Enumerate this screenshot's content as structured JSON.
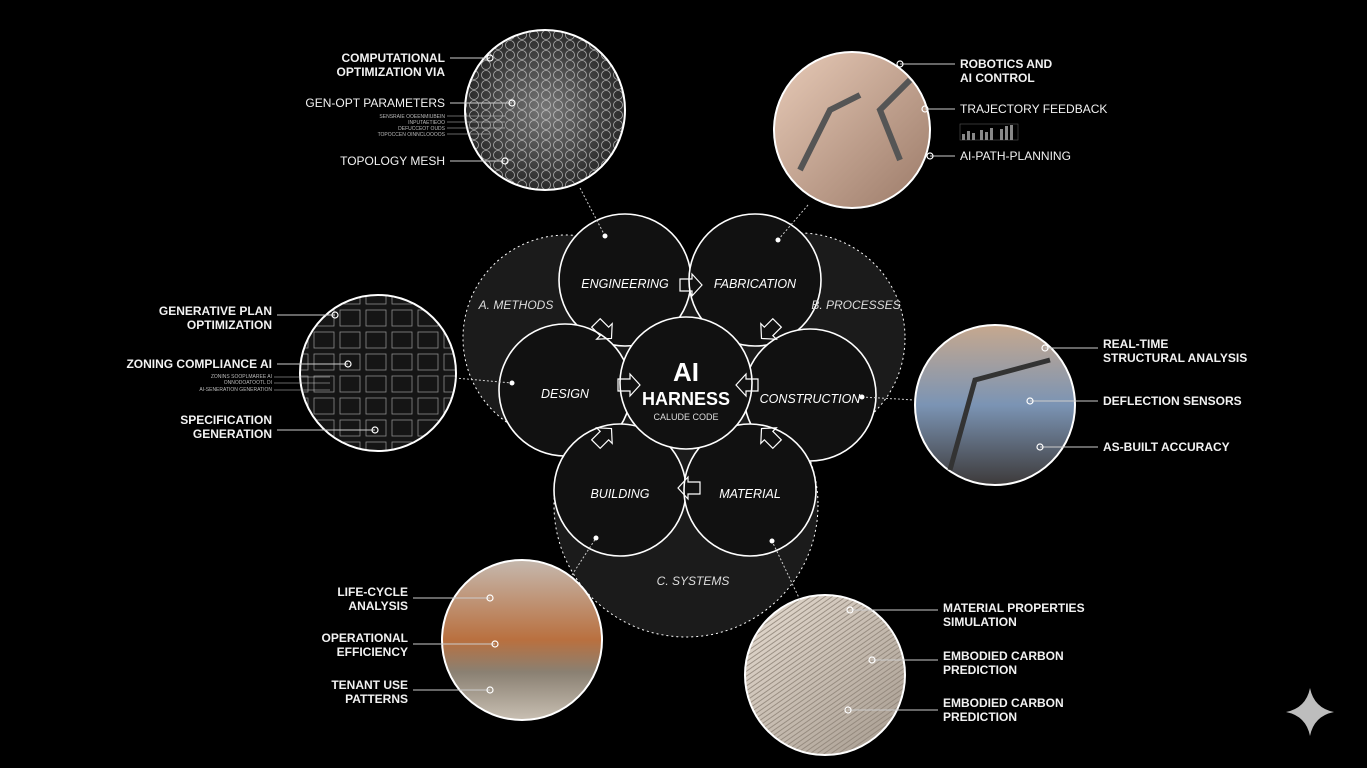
{
  "center": {
    "title": "AI",
    "subtitle": "HARNESS",
    "caption": "CALUDE CODE"
  },
  "regions": [
    "A. METHODS",
    "B. PROCESSES",
    "C. SYSTEMS"
  ],
  "nodes": [
    "ENGINEERING",
    "FABRICATION",
    "DESIGN",
    "CONSTRUCTION",
    "BUILDING",
    "MATERIAL"
  ],
  "callouts": {
    "engineering": [
      "COMPUTATIONAL",
      "OPTIMIZATION VIA",
      "GEN-OPT PARAMETERS",
      "SENSRAIE OOEENMIUBEIN",
      "INPUTAETIEOO",
      "DEFUCCEOT OUDS",
      "TOPOCCEN OINNCLOOOOS",
      "TOPOLOGY MESH"
    ],
    "design": [
      "GENERATIVE PLAN",
      "OPTIMIZATION",
      "ZONING COMPLIANCE AI",
      "ZONINS SOOPLMAREE AI",
      "ONNODOATOOTL DI",
      "AI-SENERATION GENERATION",
      "SPECIFICATION",
      "GENERATION"
    ],
    "fabrication": [
      "ROBOTICS AND",
      "AI CONTROL",
      "TRAJECTORY FEEDBACK",
      "AI-PATH-PLANNING"
    ],
    "construction": [
      "REAL-TIME",
      "STRUCTURAL ANALYSIS",
      "DEFLECTION SENSORS",
      "AS-BUILT ACCURACY"
    ],
    "building": [
      "LIFE-CYCLE",
      "ANALYSIS",
      "OPERATIONAL",
      "EFFICIENCY",
      "TENANT USE",
      "PATTERNS"
    ],
    "material": [
      "MATERIAL PROPERTIES",
      "SIMULATION",
      "EMBODIED CARBON",
      "PREDICTION",
      "EMBODIED CARBON",
      "PREDICTION"
    ]
  },
  "colors": {
    "background": "#000000",
    "lobe_fill": "#1b1b1b",
    "stroke": "#ffffff"
  },
  "icons": [
    "puzzle-connector-icon",
    "sparkle-icon"
  ]
}
